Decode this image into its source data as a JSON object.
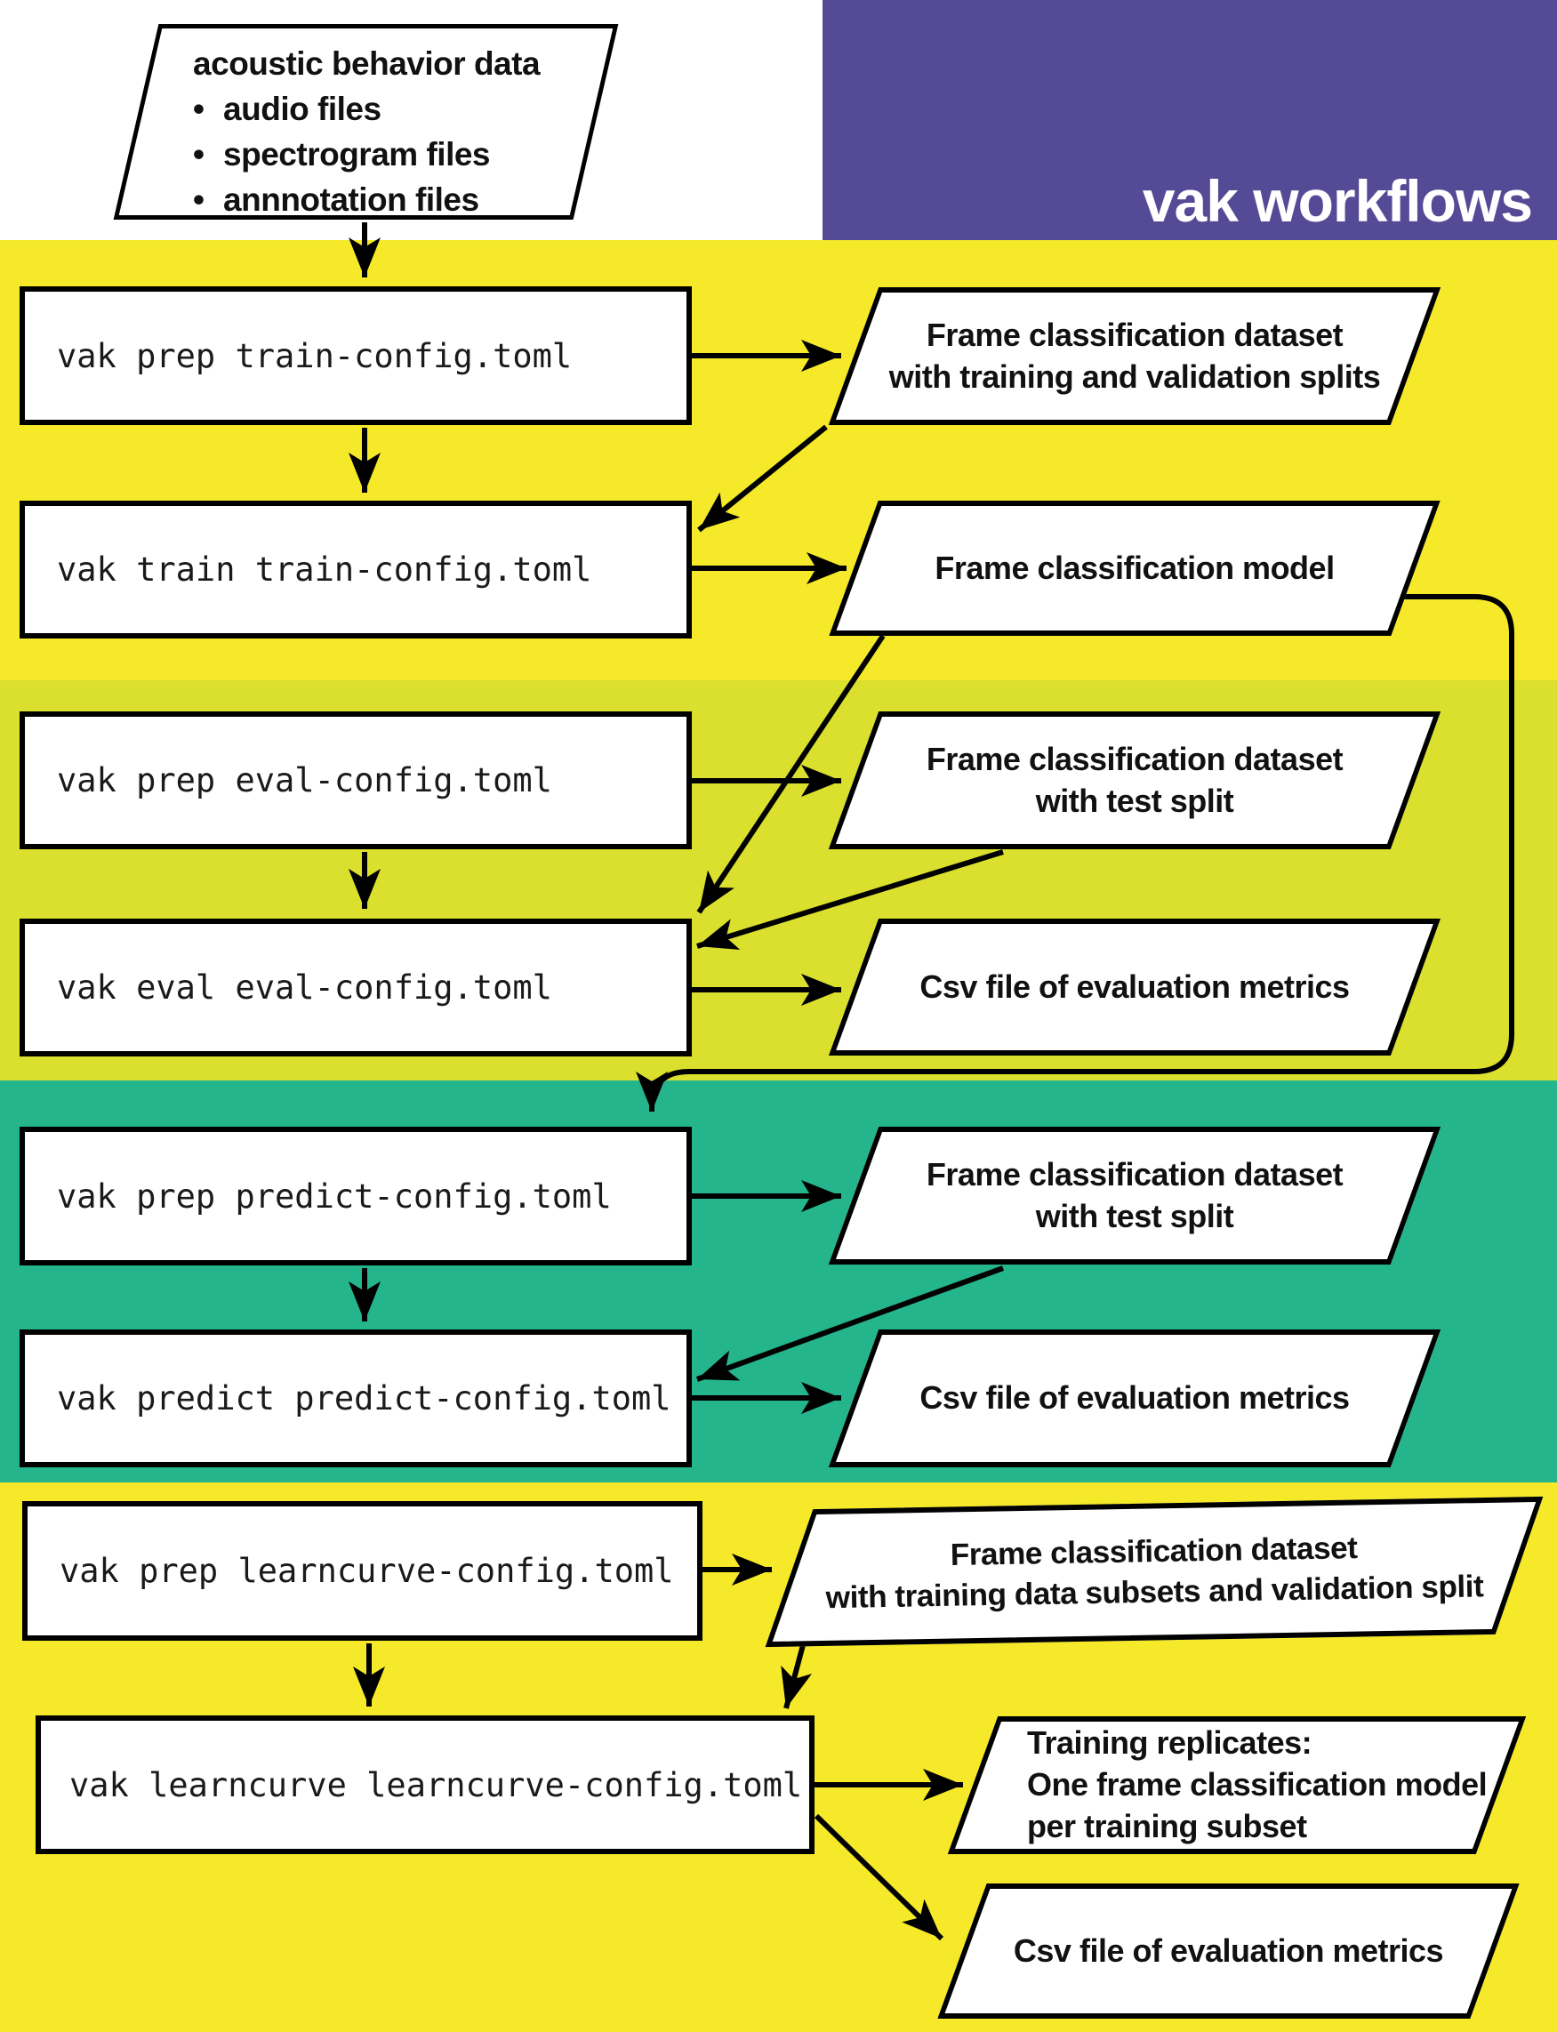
{
  "title": "vak workflows",
  "input_node": {
    "heading": "acoustic behavior data",
    "bullet": "•",
    "items": [
      "audio files",
      "spectrogram files",
      "annnotation files"
    ]
  },
  "commands": {
    "prep_train": "vak prep train-config.toml",
    "train": "vak train train-config.toml",
    "prep_eval": "vak prep eval-config.toml",
    "eval": "vak eval eval-config.toml",
    "prep_predict": "vak prep predict-config.toml",
    "predict": "vak predict predict-config.toml",
    "prep_learncurve": "vak prep learncurve-config.toml",
    "learncurve": "vak learncurve learncurve-config.toml"
  },
  "outputs": {
    "train_dataset": "Frame classification dataset\nwith training and validation splits",
    "model": "Frame classification model",
    "eval_dataset": "Frame classification dataset\nwith test split",
    "eval_csv": "Csv file of evaluation metrics",
    "predict_dataset": "Frame classification dataset\nwith test split",
    "predict_csv": "Csv file of evaluation metrics",
    "learncurve_dataset": "Frame classification dataset\nwith training data subsets and validation split",
    "training_replicates": "Training replicates:\nOne frame classification model\nper training subset",
    "learncurve_csv": "Csv file of evaluation metrics"
  },
  "colors": {
    "yellow": "#f5e929",
    "yellow_green": "#dae02d",
    "teal": "#25b58c",
    "purple": "#554a96",
    "node_fill": "#ffffff",
    "line": "#000000",
    "title_text": "#ffffff"
  }
}
